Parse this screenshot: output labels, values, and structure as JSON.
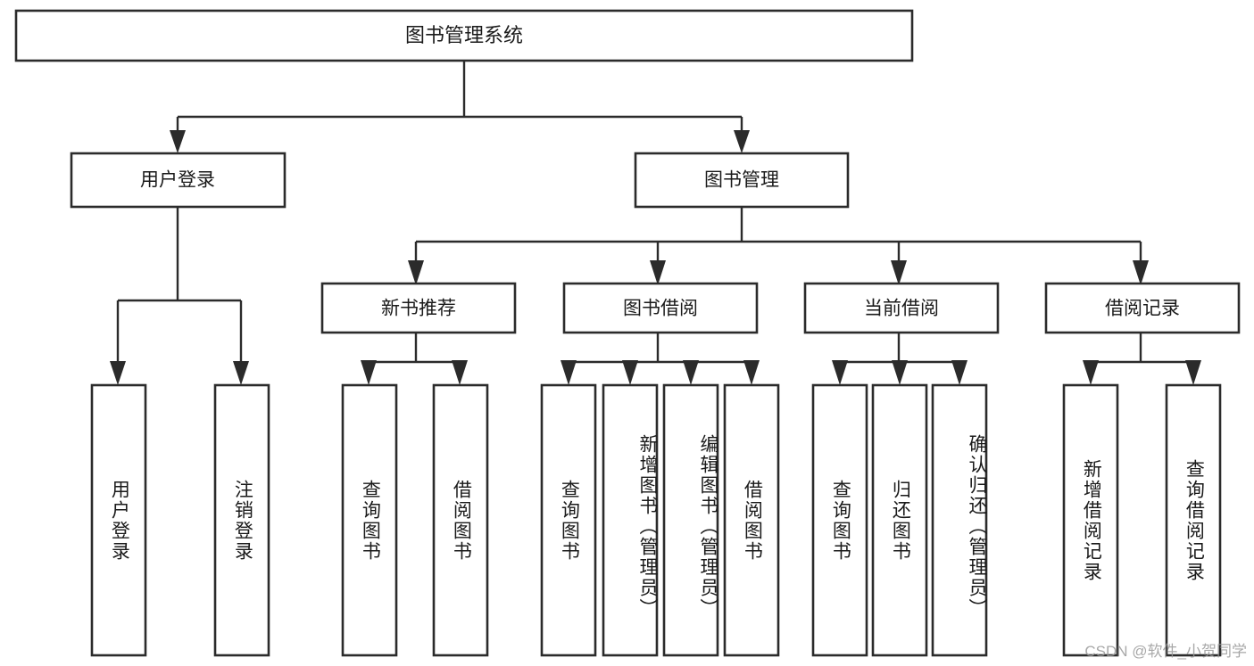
{
  "diagram": {
    "type": "tree-hierarchy-chart",
    "title": "图书管理系统",
    "root": {
      "id": "root",
      "label": "图书管理系统",
      "orientation": "horizontal"
    },
    "level2": [
      {
        "id": "user-login",
        "label": "用户登录",
        "orientation": "horizontal"
      },
      {
        "id": "book-management",
        "label": "图书管理",
        "orientation": "horizontal"
      }
    ],
    "level3": [
      {
        "id": "new-book-recommend",
        "label": "新书推荐",
        "parent": "book-management",
        "orientation": "horizontal"
      },
      {
        "id": "book-borrow",
        "label": "图书借阅",
        "parent": "book-management",
        "orientation": "horizontal"
      },
      {
        "id": "current-borrow",
        "label": "当前借阅",
        "parent": "book-management",
        "orientation": "horizontal"
      },
      {
        "id": "borrow-record",
        "label": "借阅记录",
        "parent": "book-management",
        "orientation": "horizontal"
      }
    ],
    "leaves": [
      {
        "id": "leaf-user-login",
        "label": "用户登录",
        "parent": "user-login",
        "orientation": "vertical"
      },
      {
        "id": "leaf-user-logout",
        "label": "注销登录",
        "parent": "user-login",
        "orientation": "vertical"
      },
      {
        "id": "leaf-query-book-1",
        "label": "查询图书",
        "parent": "new-book-recommend",
        "orientation": "vertical"
      },
      {
        "id": "leaf-borrow-book-1",
        "label": "借阅图书",
        "parent": "new-book-recommend",
        "orientation": "vertical"
      },
      {
        "id": "leaf-query-book-2",
        "label": "查询图书",
        "parent": "book-borrow",
        "orientation": "vertical"
      },
      {
        "id": "leaf-add-book",
        "label": "新增图书（管理员）",
        "parent": "book-borrow",
        "orientation": "vertical"
      },
      {
        "id": "leaf-edit-book",
        "label": "编辑图书（管理员）",
        "parent": "book-borrow",
        "orientation": "vertical"
      },
      {
        "id": "leaf-borrow-book-2",
        "label": "借阅图书",
        "parent": "book-borrow",
        "orientation": "vertical"
      },
      {
        "id": "leaf-query-book-3",
        "label": "查询图书",
        "parent": "current-borrow",
        "orientation": "vertical"
      },
      {
        "id": "leaf-return-book",
        "label": "归还图书",
        "parent": "current-borrow",
        "orientation": "vertical"
      },
      {
        "id": "leaf-confirm-return",
        "label": "确认归还（管理员）",
        "parent": "current-borrow",
        "orientation": "vertical"
      },
      {
        "id": "leaf-add-record",
        "label": "新增借阅记录",
        "parent": "borrow-record",
        "orientation": "vertical"
      },
      {
        "id": "leaf-query-record",
        "label": "查询借阅记录",
        "parent": "borrow-record",
        "orientation": "vertical"
      }
    ],
    "colors": {
      "box_border": "#2b2b2b",
      "box_fill": "#ffffff",
      "connector": "#2b2b2b",
      "text": "#1a1a1a",
      "background": "#ffffff",
      "watermark": "#9a9a9a"
    }
  },
  "watermark": {
    "text": "CSDN @软件_小贺同学"
  }
}
